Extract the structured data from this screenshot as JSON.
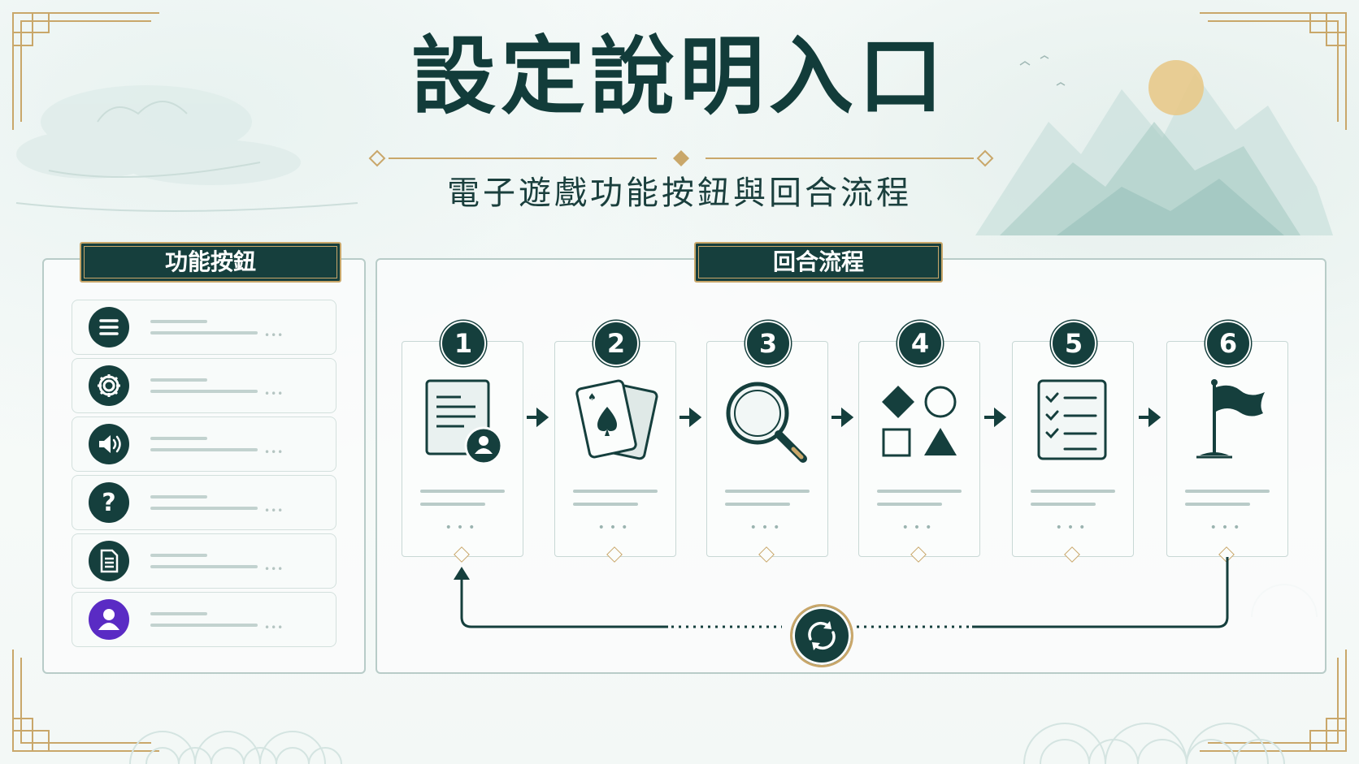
{
  "header": {
    "title": "設定說明入口",
    "subtitle": "電子遊戲功能按鈕與回合流程"
  },
  "left_panel": {
    "label": "功能按鈕",
    "buttons": [
      {
        "icon": "menu-icon",
        "dots": "•••"
      },
      {
        "icon": "gear-icon",
        "dots": "•••"
      },
      {
        "icon": "speaker-icon",
        "dots": "•••"
      },
      {
        "icon": "help-icon",
        "dots": "•••"
      },
      {
        "icon": "document-icon",
        "dots": "•••"
      },
      {
        "icon": "user-icon",
        "dots": "•••",
        "color": "#5a2bc4"
      }
    ]
  },
  "right_panel": {
    "label": "回合流程",
    "steps": [
      {
        "number": "1",
        "icon": "player-profile-icon",
        "dots": "•••"
      },
      {
        "number": "2",
        "icon": "playing-cards-icon",
        "dots": "•••"
      },
      {
        "number": "3",
        "icon": "magnifier-icon",
        "dots": "•••"
      },
      {
        "number": "4",
        "icon": "shapes-icon",
        "dots": "•••"
      },
      {
        "number": "5",
        "icon": "checklist-icon",
        "dots": "•••"
      },
      {
        "number": "6",
        "icon": "flag-icon",
        "dots": "•••"
      }
    ],
    "loop_icon": "refresh-cycle-icon"
  },
  "colors": {
    "primary": "#153f3d",
    "gold": "#c9a76a",
    "panel_border": "#b8ccc8",
    "accent_purple": "#5a2bc4"
  }
}
